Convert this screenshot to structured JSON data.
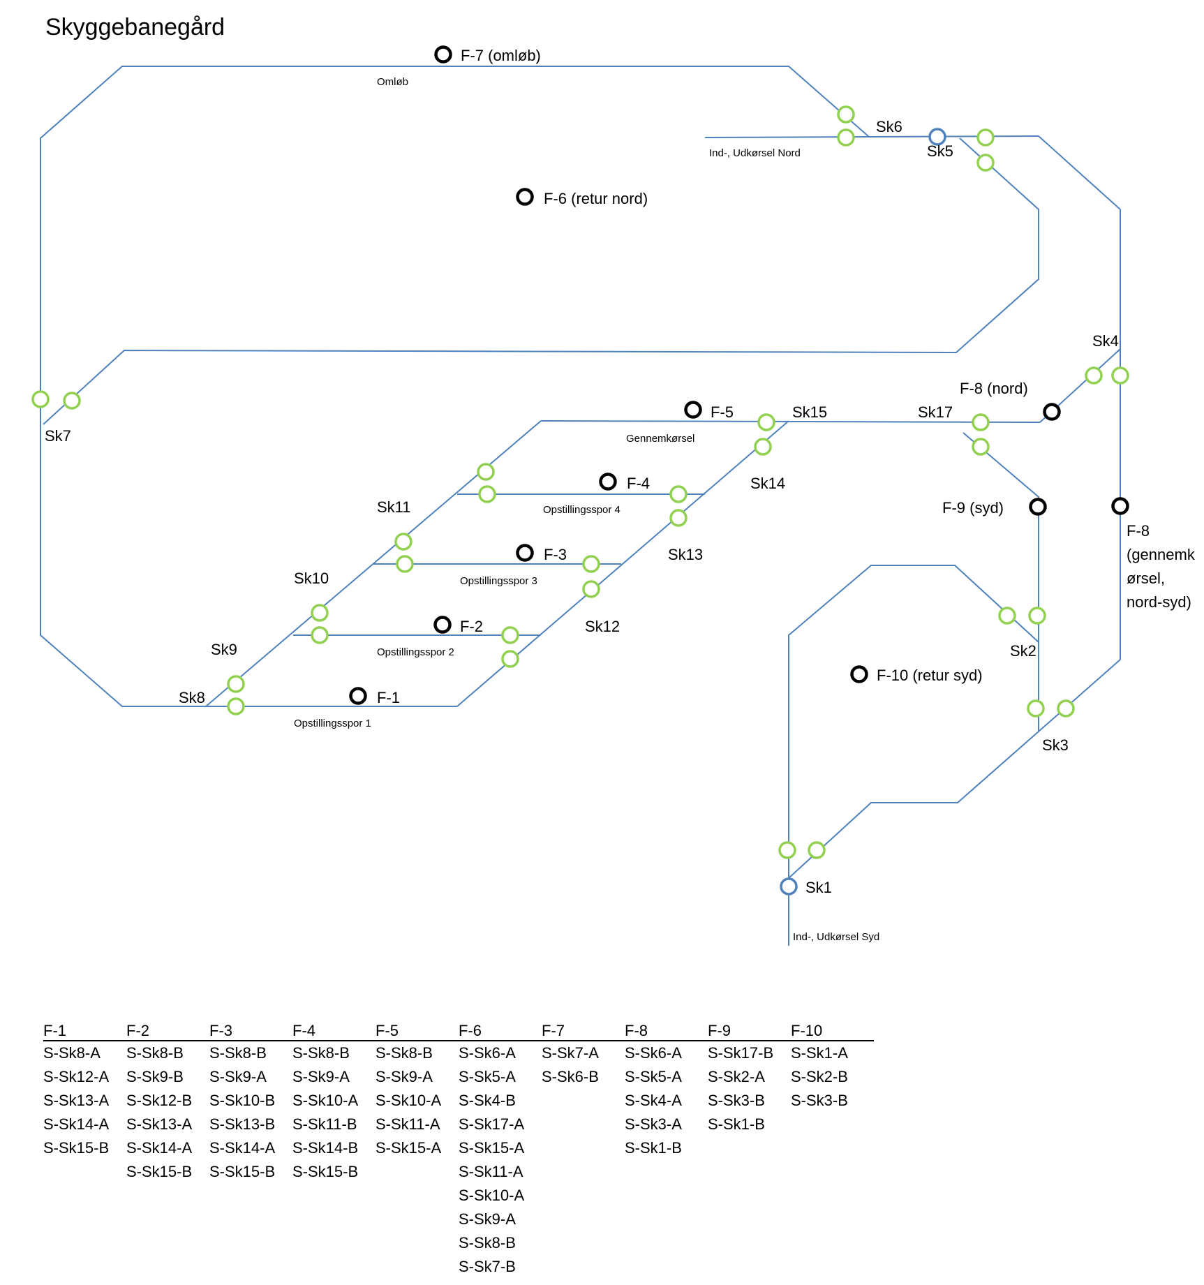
{
  "title": "Skyggebanegård",
  "colors": {
    "track": "#4f81bd",
    "signal": "#92d050",
    "marker": "#000000",
    "junction": "#4f81bd"
  },
  "track_labels": {
    "omlob": "Omløb",
    "nord": "Ind-, Udkørsel Nord",
    "syd": "Ind-, Udkørsel Syd",
    "gennemkorsel": "Gennemkørsel",
    "spor1": "Opstillingsspor 1",
    "spor2": "Opstillingsspor 2",
    "spor3": "Opstillingsspor 3",
    "spor4": "Opstillingsspor 4"
  },
  "switches": {
    "sk1": "Sk1",
    "sk2": "Sk2",
    "sk3": "Sk3",
    "sk4": "Sk4",
    "sk5": "Sk5",
    "sk6": "Sk6",
    "sk7": "Sk7",
    "sk8": "Sk8",
    "sk9": "Sk9",
    "sk10": "Sk10",
    "sk11": "Sk11",
    "sk12": "Sk12",
    "sk13": "Sk13",
    "sk14": "Sk14",
    "sk15": "Sk15",
    "sk17": "Sk17"
  },
  "markers": {
    "f1": "F-1",
    "f2": "F-2",
    "f3": "F-3",
    "f4": "F-4",
    "f5": "F-5",
    "f6": "F-6 (retur nord)",
    "f7": "F-7 (omløb)",
    "f8nord": "F-8 (nord)",
    "f8gennem": [
      "F-8",
      "(gennemk",
      "ørsel,",
      "nord-syd)"
    ],
    "f9": "F-9 (syd)",
    "f10": "F-10 (retur syd)"
  },
  "routes": [
    {
      "header": "F-1",
      "items": [
        "S-Sk8-A",
        "S-Sk12-A",
        "S-Sk13-A",
        "S-Sk14-A",
        "S-Sk15-B"
      ]
    },
    {
      "header": "F-2",
      "items": [
        "S-Sk8-B",
        "S-Sk9-B",
        "S-Sk12-B",
        "S-Sk13-A",
        "S-Sk14-A",
        "S-Sk15-B"
      ]
    },
    {
      "header": "F-3",
      "items": [
        "S-Sk8-B",
        "S-Sk9-A",
        "S-Sk10-B",
        "S-Sk13-B",
        "S-Sk14-A",
        "S-Sk15-B"
      ]
    },
    {
      "header": "F-4",
      "items": [
        "S-Sk8-B",
        "S-Sk9-A",
        "S-Sk10-A",
        "S-Sk11-B",
        "S-Sk14-B",
        "S-Sk15-B"
      ]
    },
    {
      "header": "F-5",
      "items": [
        "S-Sk8-B",
        "S-Sk9-A",
        "S-Sk10-A",
        "S-Sk11-A",
        "S-Sk15-A"
      ]
    },
    {
      "header": "F-6",
      "items": [
        "S-Sk6-A",
        "S-Sk5-A",
        "S-Sk4-B",
        "S-Sk17-A",
        "S-Sk15-A",
        "S-Sk11-A",
        "S-Sk10-A",
        "S-Sk9-A",
        "S-Sk8-B",
        "S-Sk7-B"
      ]
    },
    {
      "header": "F-7",
      "items": [
        "S-Sk7-A",
        "S-Sk6-B"
      ]
    },
    {
      "header": "F-8",
      "items": [
        "S-Sk6-A",
        "S-Sk5-A",
        "S-Sk4-A",
        "S-Sk3-A",
        "S-Sk1-B"
      ]
    },
    {
      "header": "F-9",
      "items": [
        "S-Sk17-B",
        "S-Sk2-A",
        "S-Sk3-B",
        "S-Sk1-B"
      ]
    },
    {
      "header": "F-10",
      "items": [
        "S-Sk1-A",
        "S-Sk2-B",
        "S-Sk3-B"
      ]
    }
  ]
}
